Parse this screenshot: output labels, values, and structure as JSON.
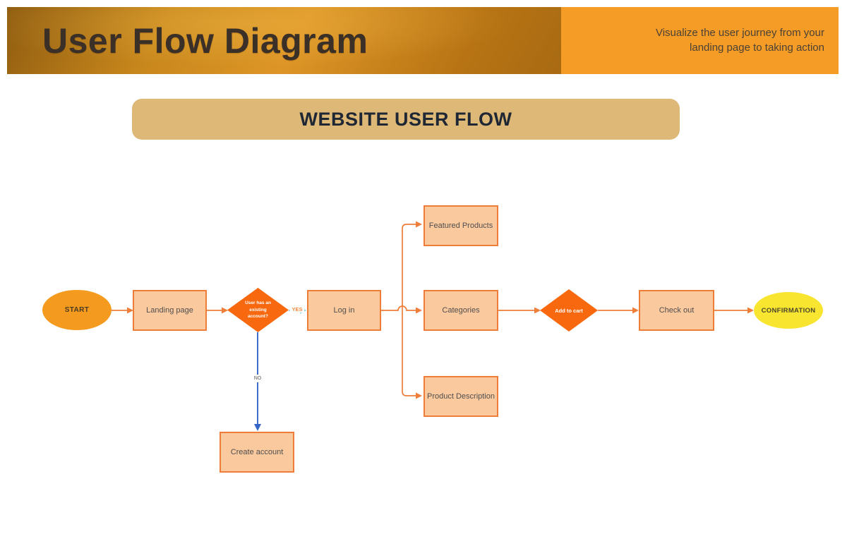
{
  "header": {
    "title": "User Flow Diagram",
    "subtitle": "Visualize the user journey from your landing page to taking action"
  },
  "section_title": "WEBSITE USER FLOW",
  "flow": {
    "nodes": {
      "start": "START",
      "landing_page": "Landing page",
      "account_question": "User has an existing account?",
      "login": "Log in",
      "create_account": "Create account",
      "featured_products": "Featured Products",
      "categories": "Categories",
      "product_description": "Product Description",
      "add_to_cart": "Add to cart",
      "check_out": "Check out",
      "confirmation": "CONFIRMATION"
    },
    "edge_labels": {
      "yes": "YES",
      "no": "NO"
    }
  },
  "colors": {
    "header_left_gradient_dark": "#8f5c10",
    "header_left_gradient_light": "#dd9526",
    "header_right_panel": "#f49c25",
    "header_title_text": "#3a3027",
    "section_bar": "#ddb877",
    "section_text": "#1e2733",
    "process_fill": "#fbc99e",
    "process_border": "#ee7d3a",
    "decision_fill": "#f8690f",
    "start_fill": "#f49b1f",
    "confirmation_fill": "#f7e52f",
    "connector_orange": "#ee7d3a",
    "connector_no_blue": "#3565c8",
    "connector_yes_cyan": "#8ed7e6",
    "yes_label_text": "#ef8a3e"
  }
}
